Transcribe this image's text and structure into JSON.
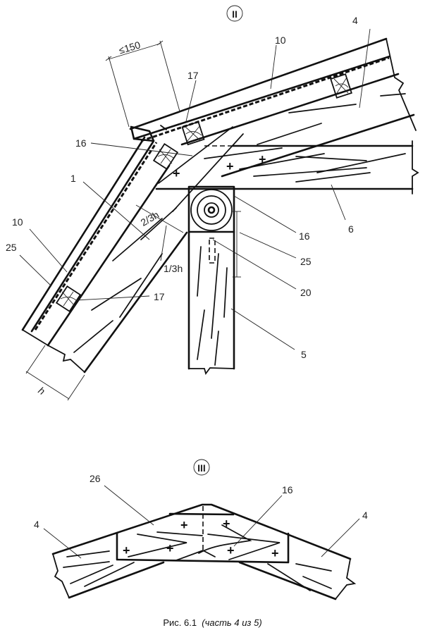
{
  "views": {
    "upper": {
      "marker": "II"
    },
    "lower": {
      "marker": "III"
    }
  },
  "dimensions": {
    "spacing": "≤150",
    "two_thirds_h": "2/3h",
    "one_third_h": "1/3h",
    "h": "h"
  },
  "callouts_upper": {
    "c10_top": "10",
    "c17_top": "17",
    "c4": "4",
    "c16_left": "16",
    "c1": "1",
    "c6": "6",
    "c16_right": "16",
    "c10_left": "10",
    "c25_left": "25",
    "c25_right": "25",
    "c17_bottom": "17",
    "c20": "20",
    "c5": "5"
  },
  "callouts_lower": {
    "c26": "26",
    "c16": "16",
    "c4_left": "4",
    "c4_right": "4"
  },
  "caption": {
    "figure": "Рис. 6.1",
    "part": "(часть 4 из 5)"
  }
}
